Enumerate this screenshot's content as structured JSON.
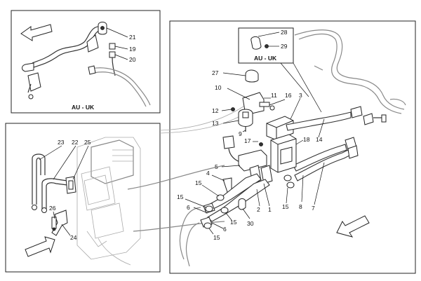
{
  "regions": {
    "top_left": "AU - UK",
    "inset_main": "AU - UK"
  },
  "labels": {
    "n1": "1",
    "n2": "2",
    "n3": "3",
    "n4": "4",
    "n5": "5",
    "n6a": "6",
    "n6b": "6",
    "n7": "7",
    "n8": "8",
    "n9": "9",
    "n10": "10",
    "n11": "11",
    "n12": "12",
    "n13": "13",
    "n14": "14",
    "n15a": "15",
    "n15b": "15",
    "n15c": "15",
    "n15d": "15",
    "n15e": "15",
    "n16": "16",
    "n17": "17",
    "n18": "18",
    "n19": "19",
    "n20": "20",
    "n21": "21",
    "n22": "22",
    "n23": "23",
    "n24": "24",
    "n25": "25",
    "n26": "26",
    "n27": "27",
    "n28": "28",
    "n29": "29",
    "n30": "30"
  },
  "icons": {
    "direction_arrow": "arrow-icon"
  }
}
